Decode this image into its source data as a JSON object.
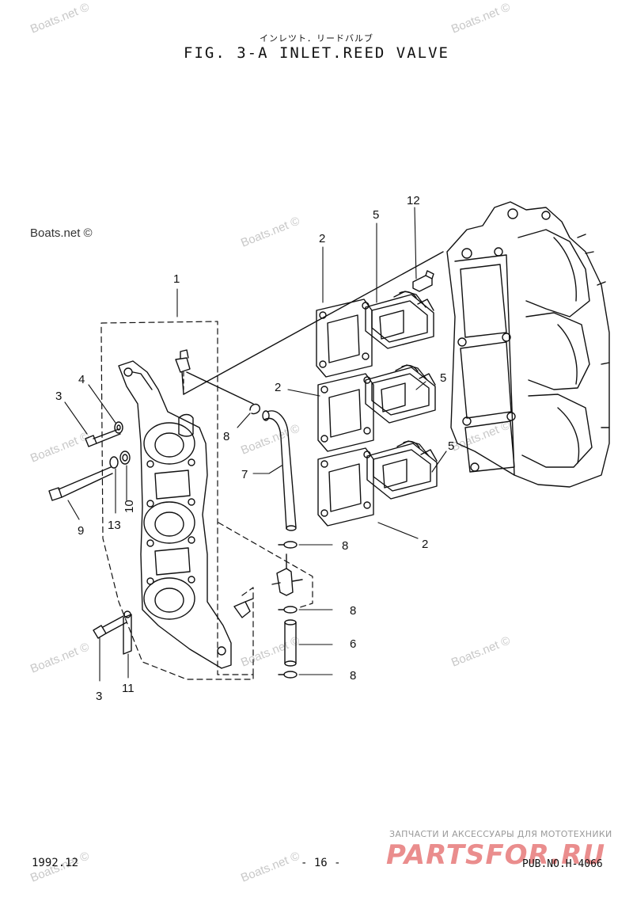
{
  "title": {
    "japanese": "インレツト．リードバルブ",
    "main": "FIG.  3-A INLET.REED VALVE"
  },
  "callouts": {
    "c1": "1",
    "c2a": "2",
    "c2b": "2",
    "c2c": "2",
    "c3a": "3",
    "c3b": "3",
    "c4": "4",
    "c5a": "5",
    "c5b": "5",
    "c5c": "5",
    "c6": "6",
    "c7": "7",
    "c8a": "8",
    "c8b": "8",
    "c8c": "8",
    "c8d": "8",
    "c9": "9",
    "c10": "10",
    "c11": "11",
    "c12": "12",
    "c13": "13"
  },
  "watermarks": {
    "brand": "Boats.net ©"
  },
  "footer": {
    "date": "1992.12",
    "page": "- 16 -",
    "pub": "PUB.NO.H-4066",
    "shop_tagline": "ЗАПЧАСТИ И АКСЕССУАРЫ ДЛЯ МОТОТЕХНИКИ",
    "shop_logo": "PARTSFOR.RU"
  },
  "colors": {
    "line": "#111111",
    "watermark": "#c8c8c8",
    "shop_logo": "#e77a7a"
  }
}
